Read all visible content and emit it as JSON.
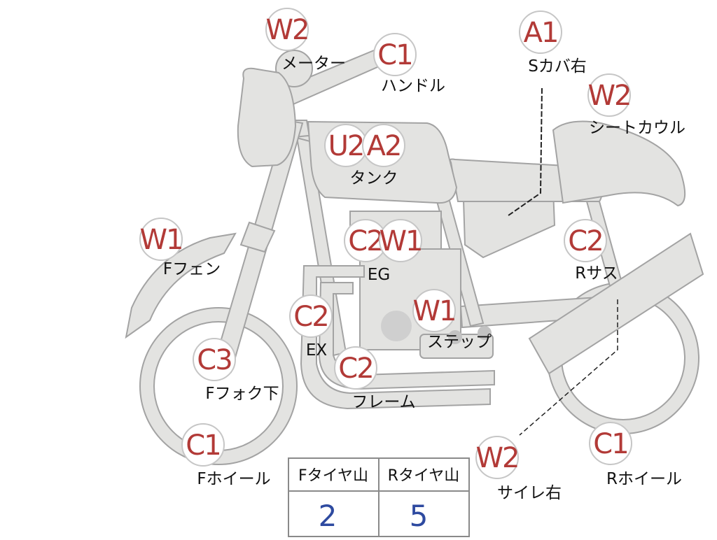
{
  "colors": {
    "body_fill": "#e3e3e1",
    "body_stroke": "#a3a3a3",
    "badge_fill": "#ffffff",
    "badge_stroke": "#c6c6c6",
    "code_red": "#b23a37",
    "tire_blue": "#2e4aa0",
    "table_stroke": "#8a8a8a"
  },
  "parts": [
    {
      "id": "meter",
      "codes": [
        "W2"
      ],
      "label": "メーター"
    },
    {
      "id": "handle",
      "codes": [
        "C1"
      ],
      "label": "ハンドル"
    },
    {
      "id": "s-cover-r",
      "codes": [
        "A1"
      ],
      "label": "Sカバ右"
    },
    {
      "id": "seat-cowl",
      "codes": [
        "W2"
      ],
      "label": "シートカウル"
    },
    {
      "id": "tank",
      "codes": [
        "U2",
        "A2"
      ],
      "label": "タンク"
    },
    {
      "id": "f-fender",
      "codes": [
        "W1"
      ],
      "label": "Fフェン"
    },
    {
      "id": "eg",
      "codes": [
        "C2",
        "W1"
      ],
      "label": "EG"
    },
    {
      "id": "r-sus",
      "codes": [
        "C2"
      ],
      "label": "Rサス"
    },
    {
      "id": "ex",
      "codes": [
        "C2"
      ],
      "label": "EX"
    },
    {
      "id": "step",
      "codes": [
        "W1"
      ],
      "label": "ステップ"
    },
    {
      "id": "f-fork",
      "codes": [
        "C3"
      ],
      "label": "Fフォク下"
    },
    {
      "id": "frame",
      "codes": [
        "C2"
      ],
      "label": "フレーム"
    },
    {
      "id": "f-wheel",
      "codes": [
        "C1"
      ],
      "label": "Fホイール"
    },
    {
      "id": "silencer-r",
      "codes": [
        "W2"
      ],
      "label": "サイレ右"
    },
    {
      "id": "r-wheel",
      "codes": [
        "C1"
      ],
      "label": "Rホイール"
    }
  ],
  "tire_table": {
    "headers": [
      "Fタイヤ山",
      "Rタイヤ山"
    ],
    "values": [
      "2",
      "5"
    ]
  }
}
